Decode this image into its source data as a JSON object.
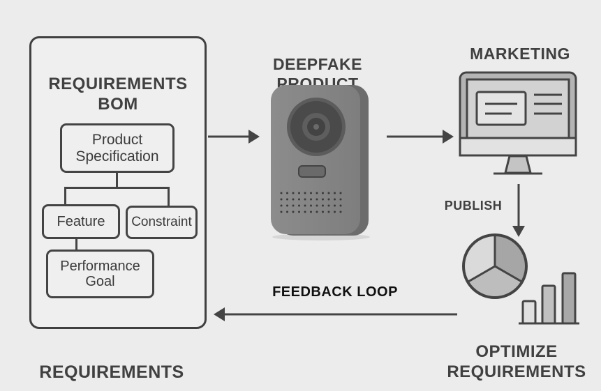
{
  "requirements_panel": {
    "title_line1": "REQUIREMENTS",
    "title_line2": "BOM",
    "nodes": {
      "product_spec_line1": "Product",
      "product_spec_line2": "Specification",
      "feature": "Feature",
      "constraint": "Constraint",
      "performance_line1": "Performance",
      "performance_line2": "Goal"
    }
  },
  "bottom_left_label": "REQUIREMENTS",
  "product": {
    "title_line1": "DEEPFAKE",
    "title_line2": "PRODUCT",
    "icon": "camera-device-icon"
  },
  "marketing": {
    "title": "MARKETING",
    "icon": "monitor-icon"
  },
  "publish_label": "PUBLISH",
  "feedback_label": "FEEDBACK LOOP",
  "optimize": {
    "title_line1": "OPTIMIZE",
    "title_line2": "REQUIREMENTS",
    "icons": [
      "pie-chart-icon",
      "bar-chart-icon"
    ]
  },
  "colors": {
    "background": "#ececec",
    "stroke": "#444444",
    "text": "#404040",
    "device_body": "#8a8a8a",
    "feedback_text": "#111111"
  }
}
